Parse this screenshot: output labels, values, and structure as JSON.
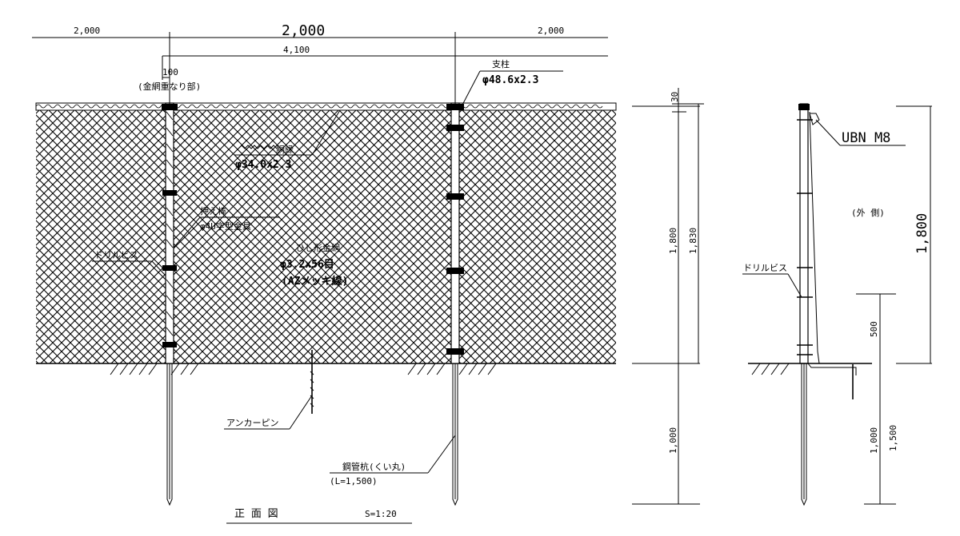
{
  "dimensions": {
    "top_left": "2,000",
    "top_center": "2,000",
    "top_right": "2,000",
    "second": "4,100",
    "overlap": "100",
    "right_30": "30",
    "right_1800": "1,800",
    "right_1830": "1,830",
    "right_1000": "1,000",
    "side_1800": "1,800",
    "side_500": "500",
    "side_1000": "1,000",
    "side_1500": "1,500"
  },
  "labels": {
    "overlap_note": "(金網重なり部)",
    "post_title": "支柱",
    "post_spec": "φ48.6x2.3",
    "top_rail_title": "胴縁",
    "top_rail_spec": "φ34.0x2.3",
    "clamp_title": "押え棒",
    "clamp_spec": "φ4U字型金具",
    "drill_screw_front": "ドリルビス",
    "mesh_title": "ひし形金網",
    "mesh_spec": "φ3.2x56目",
    "mesh_note": "(AZメッキ線)",
    "anchor_pin": "アンカーピン",
    "pile_title": "鋼管杭(くい丸)",
    "pile_spec": "(L=1,500)",
    "view_title": "正 面 図",
    "scale": "S=1:20",
    "bolt": "UBN M8",
    "outside": "(外 側)",
    "drill_screw_side": "ドリルビス"
  },
  "colors": {
    "line": "#000000",
    "background": "#ffffff"
  }
}
